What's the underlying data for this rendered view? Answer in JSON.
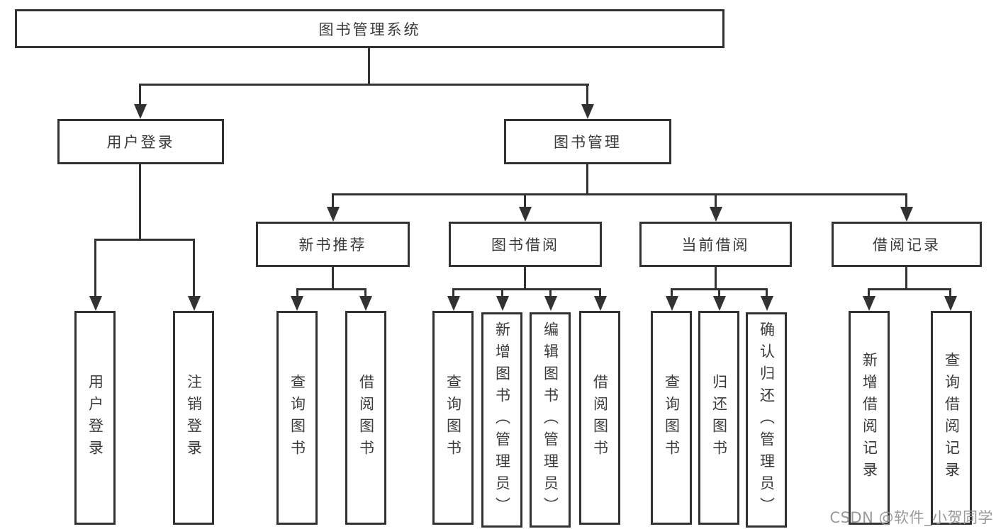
{
  "tree": {
    "label": "图书管理系统",
    "children": [
      {
        "label": "用户登录",
        "children": [
          {
            "label": "用户登录"
          },
          {
            "label": "注销登录"
          }
        ]
      },
      {
        "label": "图书管理",
        "children": [
          {
            "label": "新书推荐",
            "children": [
              {
                "label": "查询图书"
              },
              {
                "label": "借阅图书"
              }
            ]
          },
          {
            "label": "图书借阅",
            "children": [
              {
                "label": "查询图书"
              },
              {
                "label": "新增图书（管理员）"
              },
              {
                "label": "编辑图书（管理员）"
              },
              {
                "label": "借阅图书"
              }
            ]
          },
          {
            "label": "当前借阅",
            "children": [
              {
                "label": "查询图书"
              },
              {
                "label": "归还图书"
              },
              {
                "label": "确认归还（管理员）"
              }
            ]
          },
          {
            "label": "借阅记录",
            "children": [
              {
                "label": "新增借阅记录"
              },
              {
                "label": "查询借阅记录"
              }
            ]
          }
        ]
      }
    ]
  },
  "watermark": "CSDN @软件_小贺同学",
  "colors": {
    "line": "#323232",
    "text": "#3a3a3a",
    "watermark": "#949494",
    "background": "#ffffff"
  }
}
